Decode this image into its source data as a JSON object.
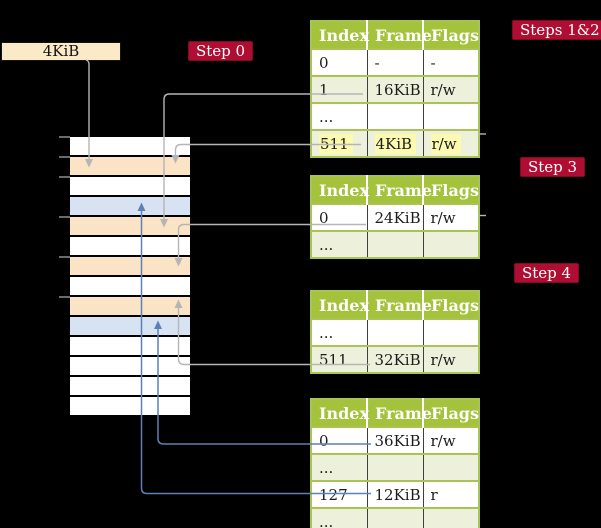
{
  "frame_box": {
    "label": "4KiB"
  },
  "step_badges": {
    "step0": "Step 0",
    "steps12": "Steps 1&2",
    "step3": "Step 3",
    "step4": "Step 4"
  },
  "memory": {
    "rows": [
      "empty",
      "table",
      "empty",
      "mapped",
      "table",
      "empty",
      "table",
      "empty",
      "table",
      "mapped",
      "empty",
      "empty",
      "empty",
      "empty"
    ]
  },
  "tables": [
    {
      "id": "table-steps-1-2",
      "headers": [
        "Index",
        "Frame",
        "Flags"
      ],
      "rows": [
        {
          "cells": [
            "0",
            "-",
            "-"
          ]
        },
        {
          "cells": [
            "1",
            "16KiB",
            "r/w"
          ]
        },
        {
          "cells": [
            "...",
            "",
            ""
          ]
        },
        {
          "cells": [
            "511",
            "4KiB",
            "r/w"
          ],
          "highlight": true
        }
      ]
    },
    {
      "id": "table-step-3",
      "headers": [
        "Index",
        "Frame",
        "Flags"
      ],
      "rows": [
        {
          "cells": [
            "0",
            "24KiB",
            "r/w"
          ]
        },
        {
          "cells": [
            "...",
            "",
            ""
          ]
        }
      ]
    },
    {
      "id": "table-step-4",
      "headers": [
        "Index",
        "Frame",
        "Flags"
      ],
      "rows": [
        {
          "cells": [
            "...",
            "",
            ""
          ]
        },
        {
          "cells": [
            "511",
            "32KiB",
            "r/w"
          ]
        }
      ]
    },
    {
      "id": "table-final",
      "headers": [
        "Index",
        "Frame",
        "Flags"
      ],
      "rows": [
        {
          "cells": [
            "0",
            "36KiB",
            "r/w"
          ]
        },
        {
          "cells": [
            "...",
            "",
            ""
          ]
        },
        {
          "cells": [
            "127",
            "12KiB",
            "r"
          ]
        },
        {
          "cells": [
            "...",
            "",
            ""
          ]
        }
      ]
    }
  ],
  "colors": {
    "table_header_green": "#a4c23c",
    "table_border_green": "#a9c455",
    "row_alt_green": "#edf1dc",
    "highlight_yellow": "#fdfaaf",
    "frame_peach": "#fbe3c5",
    "frame_blue": "#d7e2f2",
    "arrow_gray": "#b5b5b5",
    "arrow_blue": "#5d81b5",
    "badge_red": "#b00d32",
    "box_cream": "#faeac8"
  }
}
